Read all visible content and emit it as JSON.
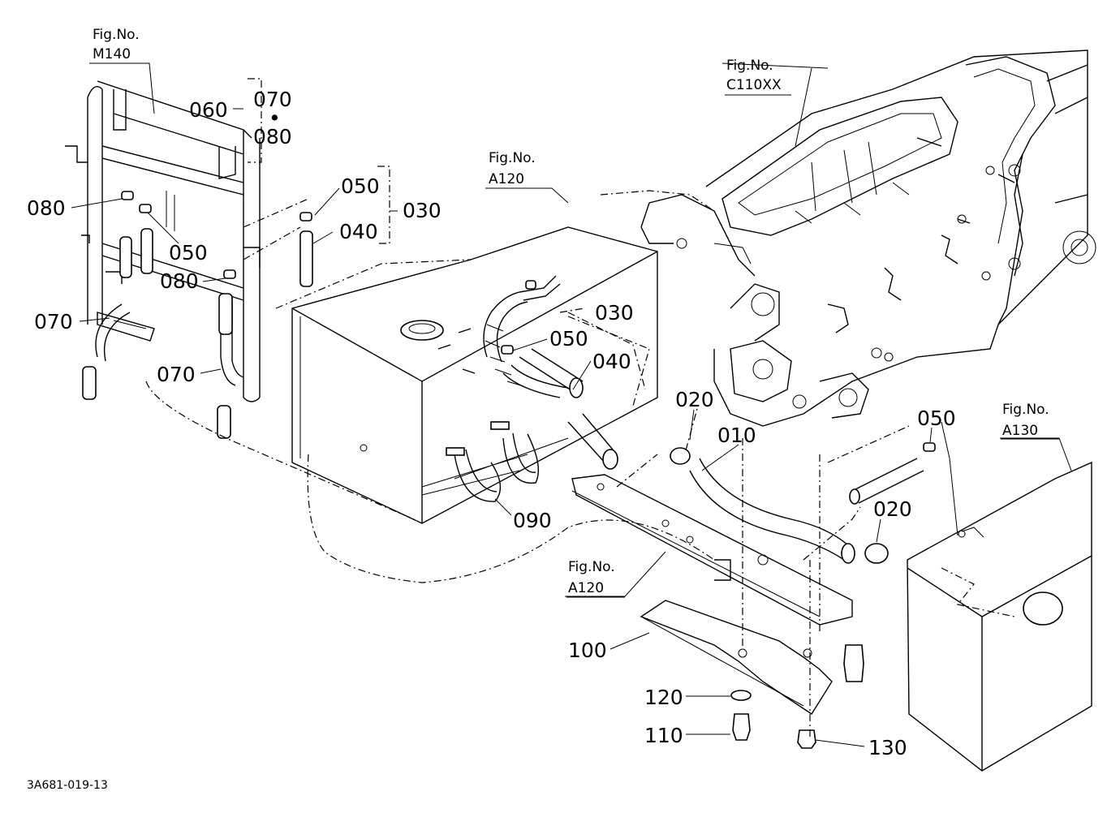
{
  "figure_refs": {
    "m140": {
      "title": "Fig.No.",
      "number": "M140"
    },
    "c110xx": {
      "title": "Fig.No.",
      "number": "C110XX"
    },
    "a120_top": {
      "title": "Fig.No.",
      "number": "A120"
    },
    "a120_bottom": {
      "title": "Fig.No.",
      "number": "A120"
    },
    "a130": {
      "title": "Fig.No.",
      "number": "A130"
    }
  },
  "callouts": {
    "c060": "060",
    "c070_top": "070",
    "dot": "•",
    "c080_top": "080",
    "c050_a": "050",
    "c030_a": "030",
    "c040_a": "040",
    "c080_left": "080",
    "c050_b": "050",
    "c080_mid": "080",
    "c070_left": "070",
    "c070_mid": "070",
    "c030_b": "030",
    "c050_c": "050",
    "c040_b": "040",
    "c020_a": "020",
    "c010": "010",
    "c050_d": "050",
    "c020_b": "020",
    "c090": "090",
    "c100": "100",
    "c120": "120",
    "c110": "110",
    "c130": "130"
  },
  "drawing_code": "3A681-019-13"
}
